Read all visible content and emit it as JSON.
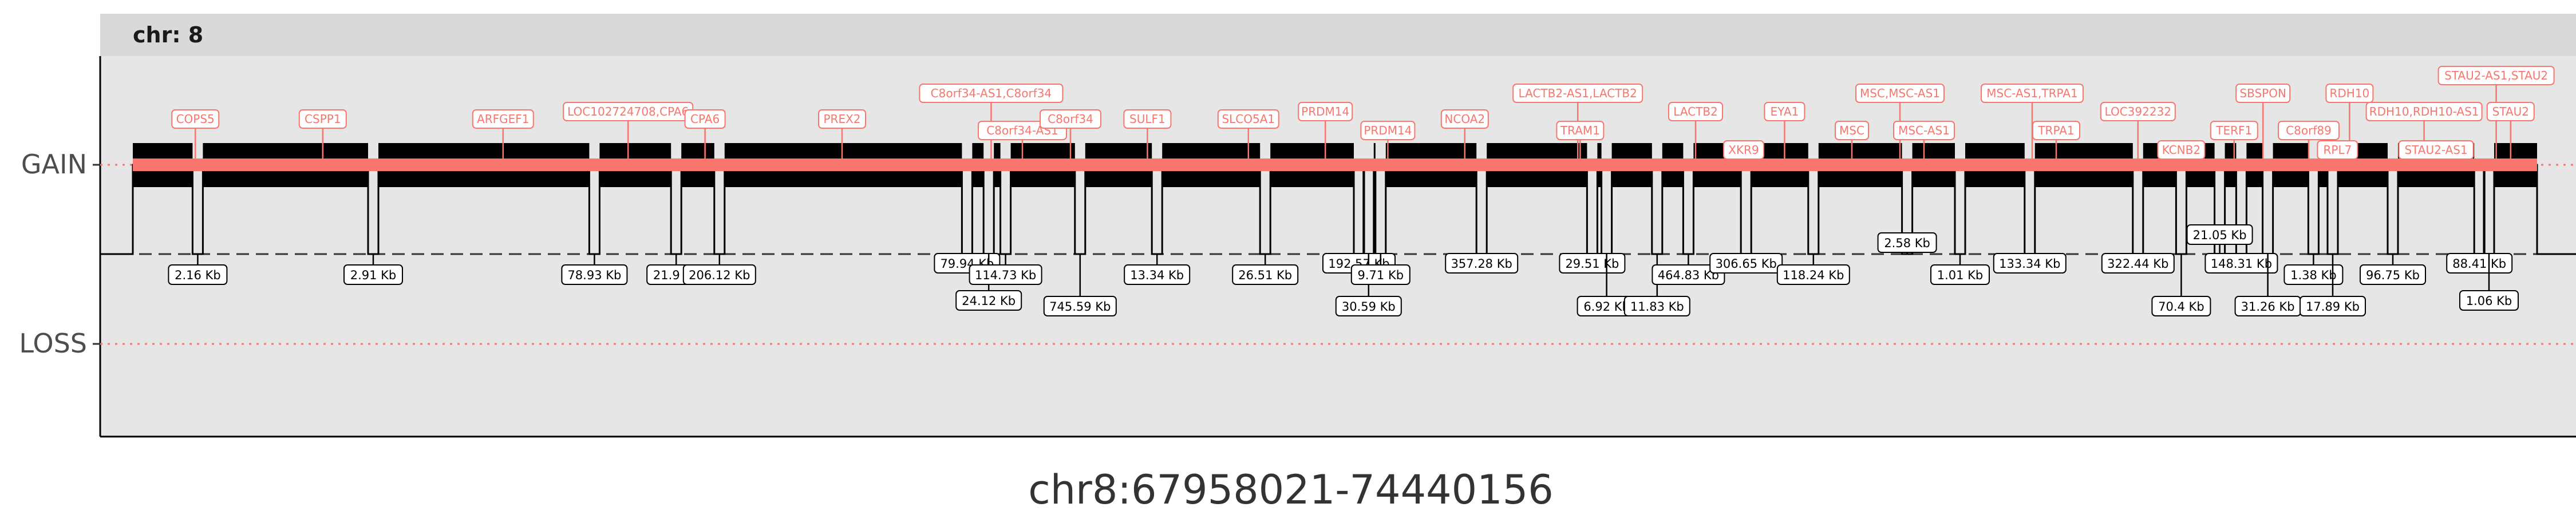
{
  "chart_data": {
    "type": "step",
    "facet_label": "chr: 8",
    "xlabel": "chr8:67958021-74440156",
    "ylabel": "",
    "y_categories": [
      "GAIN",
      "LOSS"
    ],
    "colors": {
      "panel": "#E6E6E6",
      "strip": "#D9D9D9",
      "gene": "#F8766D",
      "signal": "#000000"
    },
    "genes": [
      {
        "name": "COPS5",
        "x": 0.026,
        "row": 1
      },
      {
        "name": "CSPP1",
        "x": 0.079,
        "row": 1
      },
      {
        "name": "ARFGEF1",
        "x": 0.154,
        "row": 1
      },
      {
        "name": "LOC102724708,CPA6",
        "x": 0.206,
        "row": 2
      },
      {
        "name": "CPA6",
        "x": 0.238,
        "row": 1
      },
      {
        "name": "PREX2",
        "x": 0.295,
        "row": 1
      },
      {
        "name": "C8orf34-AS1,C8orf34",
        "x": 0.357,
        "row": 3
      },
      {
        "name": "C8orf34-AS1",
        "x": 0.37,
        "row": 0
      },
      {
        "name": "C8orf34",
        "x": 0.39,
        "row": 1
      },
      {
        "name": "SULF1",
        "x": 0.422,
        "row": 1
      },
      {
        "name": "SLCO5A1",
        "x": 0.464,
        "row": 1
      },
      {
        "name": "PRDM14",
        "x": 0.496,
        "row": 2
      },
      {
        "name": "PRDM14",
        "x": 0.522,
        "row": 0
      },
      {
        "name": "NCOA2",
        "x": 0.554,
        "row": 1
      },
      {
        "name": "LACTB2-AS1,LACTB2",
        "x": 0.601,
        "row": 3
      },
      {
        "name": "TRAM1",
        "x": 0.602,
        "row": 0
      },
      {
        "name": "LACTB2",
        "x": 0.65,
        "row": 2
      },
      {
        "name": "XKR9",
        "x": 0.67,
        "row": -1
      },
      {
        "name": "EYA1",
        "x": 0.687,
        "row": 2
      },
      {
        "name": "MSC,MSC-AS1",
        "x": 0.735,
        "row": 3
      },
      {
        "name": "MSC",
        "x": 0.715,
        "row": 0
      },
      {
        "name": "MSC-AS1",
        "x": 0.745,
        "row": 0
      },
      {
        "name": "MSC-AS1,TRPA1",
        "x": 0.79,
        "row": 3
      },
      {
        "name": "TRPA1",
        "x": 0.8,
        "row": 0
      },
      {
        "name": "LOC392232",
        "x": 0.834,
        "row": 2
      },
      {
        "name": "KCNB2",
        "x": 0.852,
        "row": -1
      },
      {
        "name": "SBSPON",
        "x": 0.886,
        "row": 3
      },
      {
        "name": "TERF1",
        "x": 0.874,
        "row": 0
      },
      {
        "name": "C8orf89",
        "x": 0.905,
        "row": 0
      },
      {
        "name": "RDH10",
        "x": 0.922,
        "row": 3
      },
      {
        "name": "RDH10,RDH10-AS1",
        "x": 0.953,
        "row": 2
      },
      {
        "name": "RPL7",
        "x": 0.917,
        "row": -1
      },
      {
        "name": "STAU2-AS1",
        "x": 0.958,
        "row": -1
      },
      {
        "name": "STAU2-AS1,STAU2",
        "x": 0.983,
        "row": 4
      },
      {
        "name": "STAU2",
        "x": 0.989,
        "row": 2
      }
    ],
    "gaps": [
      {
        "x": 0.027,
        "label": "2.16 Kb",
        "row": 0
      },
      {
        "x": 0.1,
        "label": "2.91 Kb",
        "row": 0
      },
      {
        "x": 0.192,
        "label": "78.93 Kb",
        "row": 0
      },
      {
        "x": 0.226,
        "label": "21.9 Kb",
        "row": 0
      },
      {
        "x": 0.244,
        "label": "206.12 Kb",
        "row": 0
      },
      {
        "x": 0.347,
        "label": "79.94 Kb",
        "row": -1
      },
      {
        "x": 0.356,
        "label": "24.12 Kb",
        "row": 1
      },
      {
        "x": 0.363,
        "label": "114.73 Kb",
        "row": 0
      },
      {
        "x": 0.394,
        "label": "745.59 Kb",
        "row": 2
      },
      {
        "x": 0.426,
        "label": "13.34 Kb",
        "row": 0
      },
      {
        "x": 0.471,
        "label": "26.51 Kb",
        "row": 0
      },
      {
        "x": 0.51,
        "label": "192.57 Kb",
        "row": -1
      },
      {
        "x": 0.514,
        "label": "30.59 Kb",
        "row": 2
      },
      {
        "x": 0.519,
        "label": "9.71 Kb",
        "row": 0
      },
      {
        "x": 0.561,
        "label": "357.28 Kb",
        "row": -1
      },
      {
        "x": 0.607,
        "label": "29.51 Kb",
        "row": -1
      },
      {
        "x": 0.613,
        "label": "6.92 Kb",
        "row": 2
      },
      {
        "x": 0.634,
        "label": "11.83 Kb",
        "row": 2
      },
      {
        "x": 0.647,
        "label": "464.83 Kb",
        "row": 0
      },
      {
        "x": 0.671,
        "label": "306.65 Kb",
        "row": -1
      },
      {
        "x": 0.699,
        "label": "118.24 Kb",
        "row": 0
      },
      {
        "x": 0.738,
        "label": "2.58 Kb",
        "row": -2
      },
      {
        "x": 0.76,
        "label": "1.01 Kb",
        "row": 0
      },
      {
        "x": 0.789,
        "label": "133.34 Kb",
        "row": -1
      },
      {
        "x": 0.834,
        "label": "322.44 Kb",
        "row": -1
      },
      {
        "x": 0.852,
        "label": "70.4 Kb",
        "row": 2
      },
      {
        "x": 0.868,
        "label": "21.05 Kb",
        "row": -3
      },
      {
        "x": 0.877,
        "label": "148.31 Kb",
        "row": -1
      },
      {
        "x": 0.888,
        "label": "31.26 Kb",
        "row": 2
      },
      {
        "x": 0.907,
        "label": "1.38 Kb",
        "row": 0
      },
      {
        "x": 0.915,
        "label": "17.89 Kb",
        "row": 2
      },
      {
        "x": 0.94,
        "label": "96.75 Kb",
        "row": 0
      },
      {
        "x": 0.976,
        "label": "88.41 Kb",
        "row": -1
      },
      {
        "x": 0.98,
        "label": "1.06 Kb",
        "row": 1
      }
    ]
  }
}
